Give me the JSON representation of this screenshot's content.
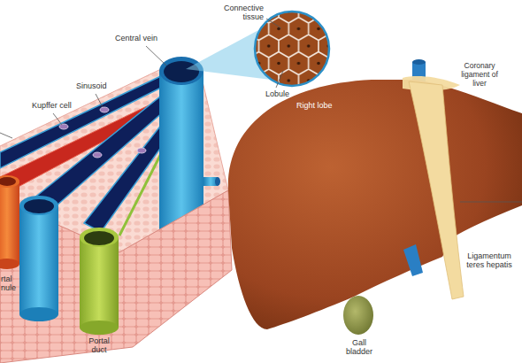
{
  "diagram": {
    "labels": [
      "Connective tissue",
      "Central vein",
      "Sinusoid",
      "Kupffer cell",
      "Lobule",
      "rtal nule",
      "Portal duct",
      "Right lobe",
      "Coronary ligament of liver",
      "Ligamentum teres hepatis",
      "Gall bladder"
    ]
  }
}
